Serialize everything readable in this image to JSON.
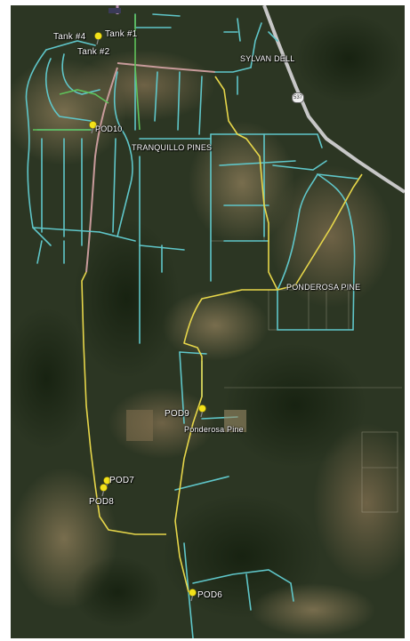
{
  "map": {
    "labels": {
      "tank4": "Tank #4",
      "tank1": "Tank #1",
      "tank2": "Tank #2",
      "sylvan_dell": "SYLVAN DELL",
      "tranquillo_pines": "TRANQUILLO PINES",
      "pod10": "POD10",
      "ponderosa_pine_upper": "PONDEROSA PINE",
      "pod9": "POD9",
      "ponderosa_pine_lower": "Ponderosa Pine",
      "pod7": "POD7",
      "pod8": "POD8",
      "pod6": "POD6",
      "highway": "537"
    },
    "colors": {
      "water_line": "#5fc6c9",
      "green_line": "#5fc25a",
      "yellow_route": "#e6d64a",
      "pink_route": "#c99a9a",
      "highway": "#bdbdbd",
      "pin": "#f3e21a"
    }
  }
}
